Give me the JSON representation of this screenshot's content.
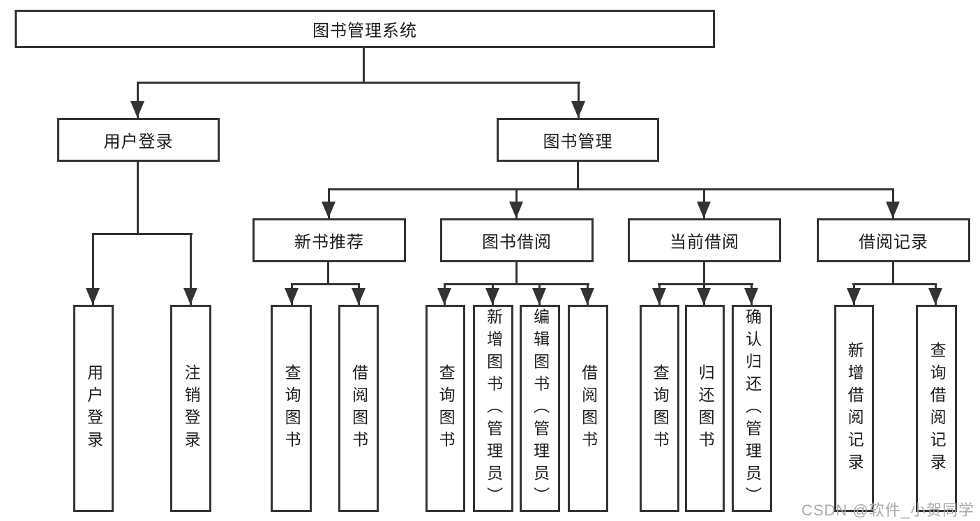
{
  "diagram": {
    "root": {
      "label": "图书管理系统"
    },
    "branches": [
      {
        "label": "用户登录",
        "children": [
          {
            "label": "用户登录"
          },
          {
            "label": "注销登录"
          }
        ]
      },
      {
        "label": "图书管理",
        "children": [
          {
            "label": "新书推荐",
            "children": [
              {
                "label": "查询图书"
              },
              {
                "label": "借阅图书"
              }
            ]
          },
          {
            "label": "图书借阅",
            "children": [
              {
                "label": "查询图书"
              },
              {
                "label": "新增图书（管理员）"
              },
              {
                "label": "编辑图书（管理员）"
              },
              {
                "label": "借阅图书"
              }
            ]
          },
          {
            "label": "当前借阅",
            "children": [
              {
                "label": "查询图书"
              },
              {
                "label": "归还图书"
              },
              {
                "label": "确认归还（管理员）"
              }
            ]
          },
          {
            "label": "借阅记录",
            "children": [
              {
                "label": "新增借阅记录"
              },
              {
                "label": "查询借阅记录"
              }
            ]
          }
        ]
      }
    ]
  },
  "watermark": {
    "text": "CSDN @软件_小贺同学"
  },
  "colors": {
    "line": "#333333",
    "box_bg": "#ffffff",
    "text": "#1c1c1c",
    "watermark": "#a9a9a9"
  }
}
